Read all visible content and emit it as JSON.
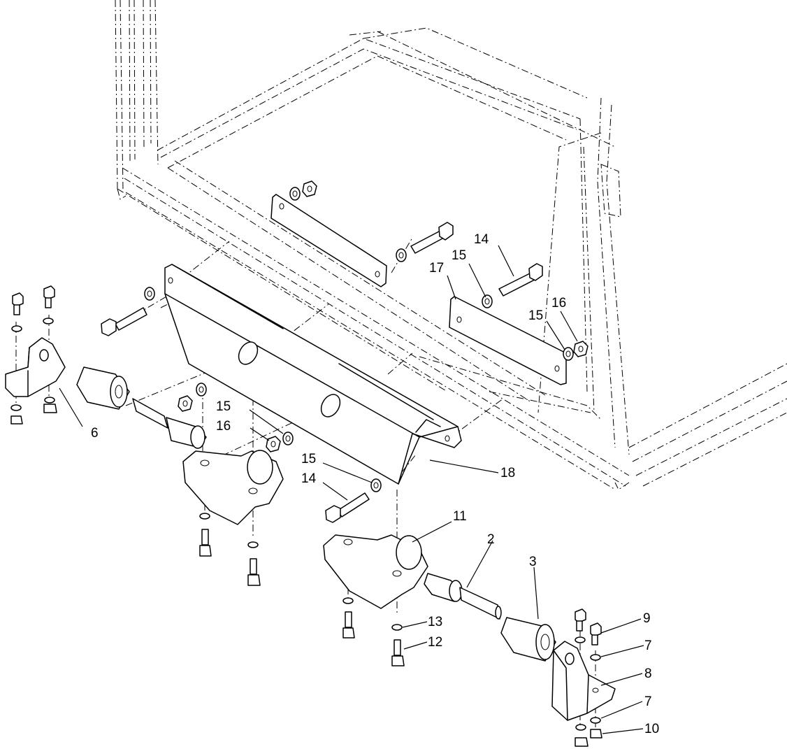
{
  "callouts": [
    {
      "id": "c2",
      "label": "2"
    },
    {
      "id": "c3",
      "label": "3"
    },
    {
      "id": "c6",
      "label": "6"
    },
    {
      "id": "c7a",
      "label": "7"
    },
    {
      "id": "c7b",
      "label": "7"
    },
    {
      "id": "c8",
      "label": "8"
    },
    {
      "id": "c9",
      "label": "9"
    },
    {
      "id": "c10",
      "label": "10"
    },
    {
      "id": "c11",
      "label": "11"
    },
    {
      "id": "c12",
      "label": "12"
    },
    {
      "id": "c13",
      "label": "13"
    },
    {
      "id": "c14a",
      "label": "14"
    },
    {
      "id": "c14b",
      "label": "14"
    },
    {
      "id": "c15a",
      "label": "15"
    },
    {
      "id": "c15b",
      "label": "15"
    },
    {
      "id": "c15c",
      "label": "15"
    },
    {
      "id": "c15d",
      "label": "15"
    },
    {
      "id": "c16a",
      "label": "16"
    },
    {
      "id": "c16b",
      "label": "16"
    },
    {
      "id": "c17",
      "label": "17"
    },
    {
      "id": "c18",
      "label": "18"
    }
  ]
}
